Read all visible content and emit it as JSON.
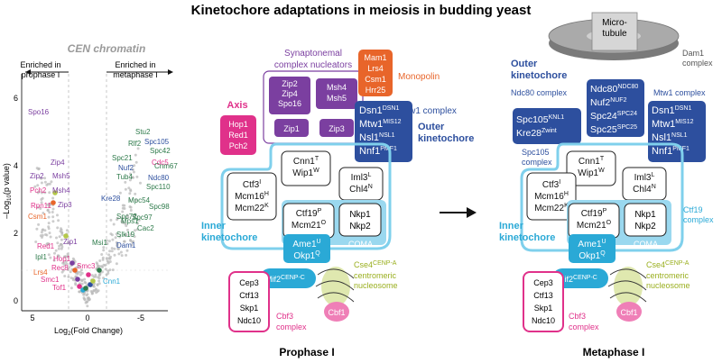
{
  "title": "Kinetochore adaptations in meiosis in budding yeast",
  "volcano": {
    "title": "CEN chromatin",
    "ylabel_prefix": "–Log",
    "ylabel_sub": "10",
    "ylabel_suffix": "(p value)",
    "xlabel_prefix": "Log",
    "xlabel_sub": "2",
    "xlabel_suffix": "(Fold Change)",
    "enriched_left_1": "Enriched in",
    "enriched_left_2": "prophase I",
    "enriched_right_1": "Enriched in",
    "enriched_right_2": "metaphase I",
    "x_ticks": [
      "5",
      "0",
      "-5"
    ],
    "y_ticks": [
      "0",
      "2",
      "4",
      "6"
    ],
    "colors": {
      "axis": "#e0318a",
      "snc": "#7b3fa0",
      "monopolin": "#e8652a",
      "outer": "#2d4f9e",
      "inner": "#2aa9d6",
      "ctf19": "#2d7a4a",
      "cbf3": "#e0318a",
      "cse4": "#b4c84a",
      "grey": "#b8b8b8"
    },
    "labels": [
      {
        "text": "Spo16",
        "color": "snc"
      },
      {
        "text": "Zip4",
        "color": "snc"
      },
      {
        "text": "Zip2",
        "color": "snc"
      },
      {
        "text": "Msh5",
        "color": "snc"
      },
      {
        "text": "Pch2",
        "color": "axis"
      },
      {
        "text": "Msh4",
        "color": "snc"
      },
      {
        "text": "Zip3",
        "color": "snc"
      },
      {
        "text": "Rpn11",
        "color": "axis"
      },
      {
        "text": "Csm1",
        "color": "monopolin"
      },
      {
        "text": "Red1",
        "color": "axis"
      },
      {
        "text": "Zip1",
        "color": "snc"
      },
      {
        "text": "Ipl1",
        "color": "ctf19"
      },
      {
        "text": "Hop1",
        "color": "axis"
      },
      {
        "text": "Rec8",
        "color": "axis"
      },
      {
        "text": "Smc3",
        "color": "axis"
      },
      {
        "text": "Lrs4",
        "color": "monopolin"
      },
      {
        "text": "Smc1",
        "color": "axis"
      },
      {
        "text": "Tof1",
        "color": "axis"
      },
      {
        "text": "Stu2",
        "color": "ctf19"
      },
      {
        "text": "Spc105",
        "color": "outer"
      },
      {
        "text": "Rlf2",
        "color": "ctf19"
      },
      {
        "text": "Spc42",
        "color": "ctf19"
      },
      {
        "text": "Cdc5",
        "color": "axis"
      },
      {
        "text": "Spc21",
        "color": "ctf19"
      },
      {
        "text": "Nuf2",
        "color": "outer"
      },
      {
        "text": "Cnm67",
        "color": "ctf19"
      },
      {
        "text": "Tub4",
        "color": "ctf19"
      },
      {
        "text": "Ndc80",
        "color": "outer"
      },
      {
        "text": "Spc110",
        "color": "ctf19"
      },
      {
        "text": "Kre28",
        "color": "outer"
      },
      {
        "text": "Mpc54",
        "color": "ctf19"
      },
      {
        "text": "Spc98",
        "color": "ctf19"
      },
      {
        "text": "Spc72",
        "color": "ctf19"
      },
      {
        "text": "Mps1",
        "color": "ctf19"
      },
      {
        "text": "Spc97",
        "color": "ctf19"
      },
      {
        "text": "Cac2",
        "color": "ctf19"
      },
      {
        "text": "Slk19",
        "color": "ctf19"
      },
      {
        "text": "Msi1",
        "color": "ctf19"
      },
      {
        "text": "Dam1",
        "color": "outer"
      },
      {
        "text": "Cnn1",
        "color": "inner"
      }
    ]
  },
  "prophase": {
    "caption": "Prophase I",
    "synaptonemal_1": "Synaptonemal",
    "synaptonemal_2": "complex nucleators",
    "snc_a": [
      "Zip2",
      "Zip4",
      "Spo16"
    ],
    "snc_b": [
      "Msh4",
      "Msh5"
    ],
    "snc_c": "Zip1",
    "snc_d": "Zip3",
    "axis_label": "Axis",
    "axis_box": [
      "Hop1",
      "Red1",
      "Pch2"
    ],
    "monopolin_box": [
      "Mam1",
      "Lrs4",
      "Csm1",
      "Hrr25"
    ],
    "monopolin_label": "Monopolin",
    "outer_box": [
      [
        "Dsn1",
        "DSN1"
      ],
      [
        "Mtw1",
        "MIS12"
      ],
      [
        "Nsl1",
        "NSL1"
      ],
      [
        "Nnf1",
        "PMF1"
      ]
    ],
    "mtw1_label": "Mtw1 complex",
    "outer_label_1": "Outer",
    "outer_label_2": "kinetochore",
    "cnn1": [
      [
        "Cnn1",
        "T"
      ],
      [
        "Wip1",
        "W"
      ]
    ],
    "iml3": [
      [
        "Iml3",
        "L"
      ],
      [
        "Chl4",
        "N"
      ]
    ],
    "ctf3": [
      [
        "Ctf3",
        "I"
      ],
      [
        "Mcm16",
        "H"
      ],
      [
        "Mcm22",
        "K"
      ]
    ],
    "ctf19a": [
      [
        "Ctf19",
        "P"
      ],
      [
        "Mcm21",
        "O"
      ]
    ],
    "ctf19b": [
      [
        "Ame1",
        "U"
      ],
      [
        "Okp1",
        "Q"
      ]
    ],
    "nkp": [
      "Nkp1",
      "Nkp2"
    ],
    "coma": "COMA",
    "inner_1": "Inner",
    "inner_2": "kinetochore",
    "mif2": [
      "Mif2",
      "CENP-C"
    ],
    "cse4": [
      "Cse4",
      "CENP-A"
    ],
    "centromeric_1": "centromeric",
    "centromeric_2": "nucleosome",
    "cbf3_box": [
      "Cep3",
      "Ctf13",
      "Skp1",
      "Ndc10"
    ],
    "cbf3_1": "Cbf3",
    "cbf3_2": "complex",
    "cbf1": "Cbf1"
  },
  "metaphase": {
    "caption": "Metaphase I",
    "microtubule_1": "Micro-",
    "microtubule_2": "tubule",
    "dam1_1": "Dam1",
    "dam1_2": "complex",
    "outer_1": "Outer",
    "outer_2": "kinetochore",
    "ndc80_label": "Ndc80 complex",
    "ndc80_box": [
      [
        "Ndc80",
        "NDC80"
      ],
      [
        "Nuf2",
        "NUF2"
      ],
      [
        "Spc24",
        "SPC24"
      ],
      [
        "Spc25",
        "SPC25"
      ]
    ],
    "mtw1_label": "Mtw1 complex",
    "mtw1_box": [
      [
        "Dsn1",
        "DSN1"
      ],
      [
        "Mtw1",
        "MIS12"
      ],
      [
        "Nsl1",
        "NSL1"
      ],
      [
        "Nnf1",
        "PMF1"
      ]
    ],
    "spc105_box": [
      [
        "Spc105",
        "KNL1"
      ],
      [
        "Kre28",
        "Zwint"
      ]
    ],
    "spc105_1": "Spc105",
    "spc105_2": "complex",
    "cnn1": [
      [
        "Cnn1",
        "T"
      ],
      [
        "Wip1",
        "W"
      ]
    ],
    "iml3": [
      [
        "Iml3",
        "L"
      ],
      [
        "Chl4",
        "N"
      ]
    ],
    "ctf3": [
      [
        "Ctf3",
        "I"
      ],
      [
        "Mcm16",
        "H"
      ],
      [
        "Mcm22",
        "K"
      ]
    ],
    "ctf19a": [
      [
        "Ctf19",
        "P"
      ],
      [
        "Mcm21",
        "O"
      ]
    ],
    "ctf19b": [
      [
        "Ame1",
        "U"
      ],
      [
        "Okp1",
        "Q"
      ]
    ],
    "nkp": [
      "Nkp1",
      "Nkp2"
    ],
    "coma": "COMA",
    "ctf19_1": "Ctf19",
    "ctf19_2": "complex",
    "inner_1": "Inner",
    "inner_2": "kinetochore",
    "mif2": [
      "Mif2",
      "CENP-C"
    ],
    "cse4": [
      "Cse4",
      "CENP-A"
    ],
    "centromeric_1": "centromeric",
    "centromeric_2": "nucleosome",
    "cbf3_box": [
      "Cep3",
      "Ctf13",
      "Skp1",
      "Ndc10"
    ],
    "cbf3_1": "Cbf3",
    "cbf3_2": "complex",
    "cbf1": "Cbf1"
  }
}
